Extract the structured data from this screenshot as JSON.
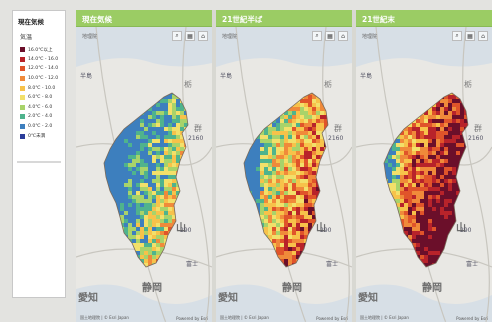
{
  "legend": {
    "title": "現在気候",
    "subtitle": "気温",
    "items": [
      {
        "label": "16.0℃以上",
        "color": "#6b0f2a"
      },
      {
        "label": "14.0℃ - 16.0",
        "color": "#b8232a"
      },
      {
        "label": "12.0℃ - 14.0",
        "color": "#e0542a"
      },
      {
        "label": "10.0℃ - 12.0",
        "color": "#f08a3a"
      },
      {
        "label": "8.0℃ - 10.0",
        "color": "#f7c24a"
      },
      {
        "label": "6.0℃ - 8.0",
        "color": "#f2e06a"
      },
      {
        "label": "4.0℃ - 6.0",
        "color": "#a8d36a"
      },
      {
        "label": "2.0℃ - 4.0",
        "color": "#4fb38d"
      },
      {
        "label": "0.0℃ - 2.0",
        "color": "#3d7fbe"
      },
      {
        "label": "0℃未満",
        "color": "#2b3d9a"
      }
    ]
  },
  "panels": [
    {
      "title": "現在気候",
      "mode": "current"
    },
    {
      "title": "21世紀半ば",
      "mode": "mid"
    },
    {
      "title": "21世紀末",
      "mode": "end"
    }
  ],
  "map": {
    "search_label": "地理院",
    "places": {
      "peninsula": "半島",
      "tochi": "栃",
      "gun": "群",
      "yama": "山",
      "shizuoka": "静岡",
      "aichi": "愛知",
      "fuji": "富士",
      "num_2160": "2160",
      "num_290": "290"
    },
    "attribution_left": "国土地理院 | © Esri Japan",
    "attribution_right": "Powered by Esri"
  }
}
